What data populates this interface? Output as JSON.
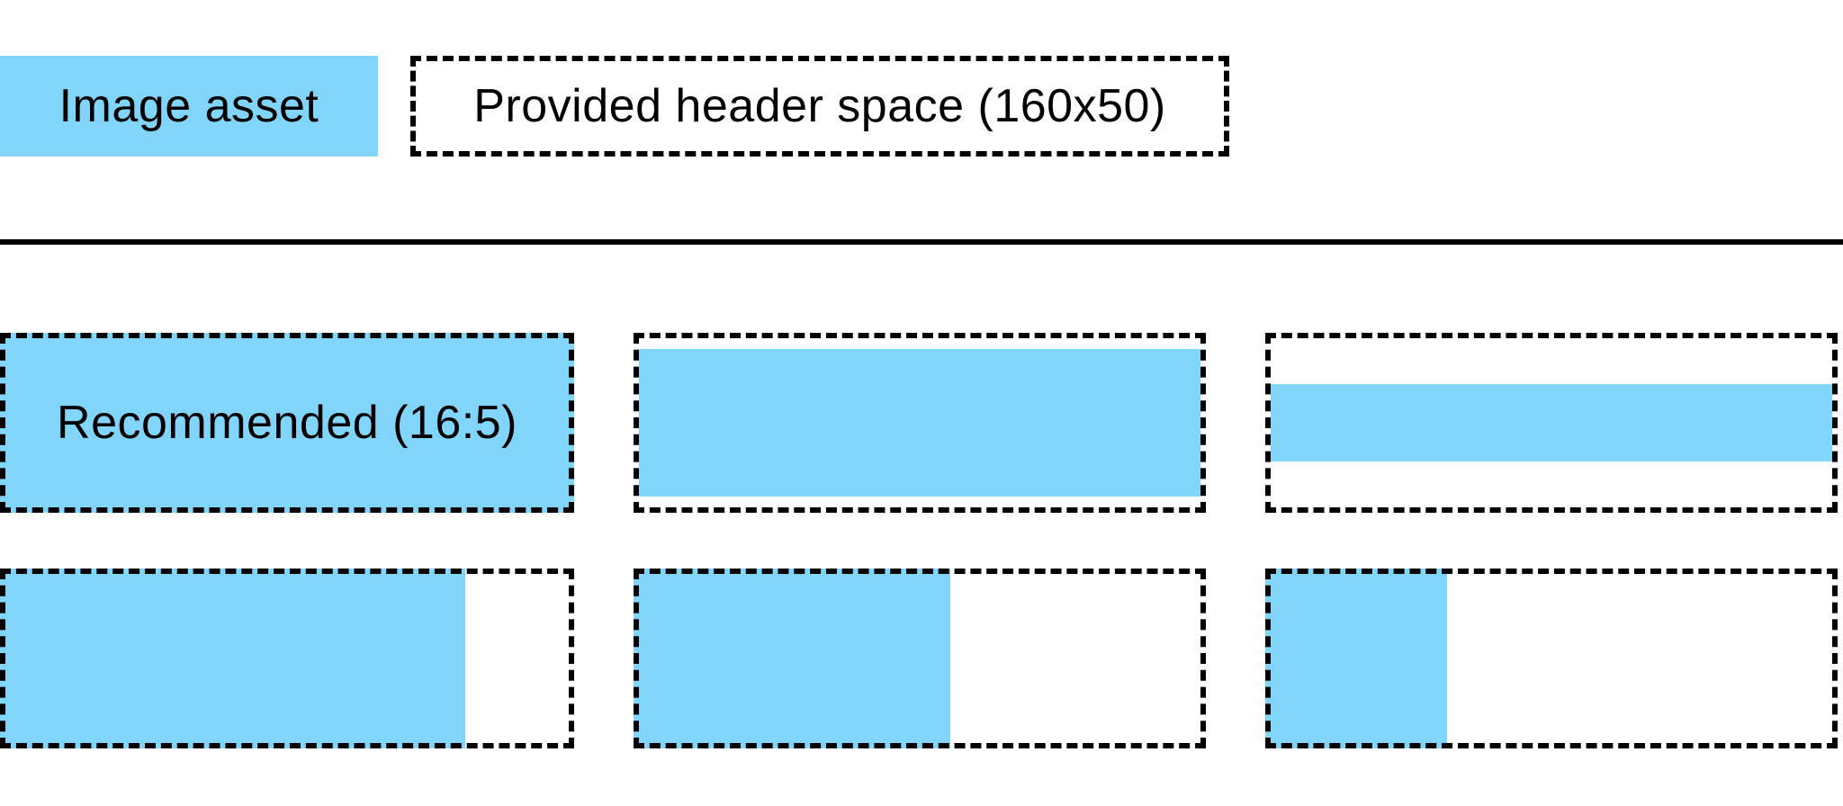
{
  "colors": {
    "asset_blue": "#81D4FA",
    "ink": "#000000",
    "canvas": "#FFFFFF"
  },
  "legend": {
    "image_asset_label": "Image asset",
    "header_space_label": "Provided header space (160x50)"
  },
  "examples": {
    "recommended_label": "Recommended (16:5)"
  }
}
